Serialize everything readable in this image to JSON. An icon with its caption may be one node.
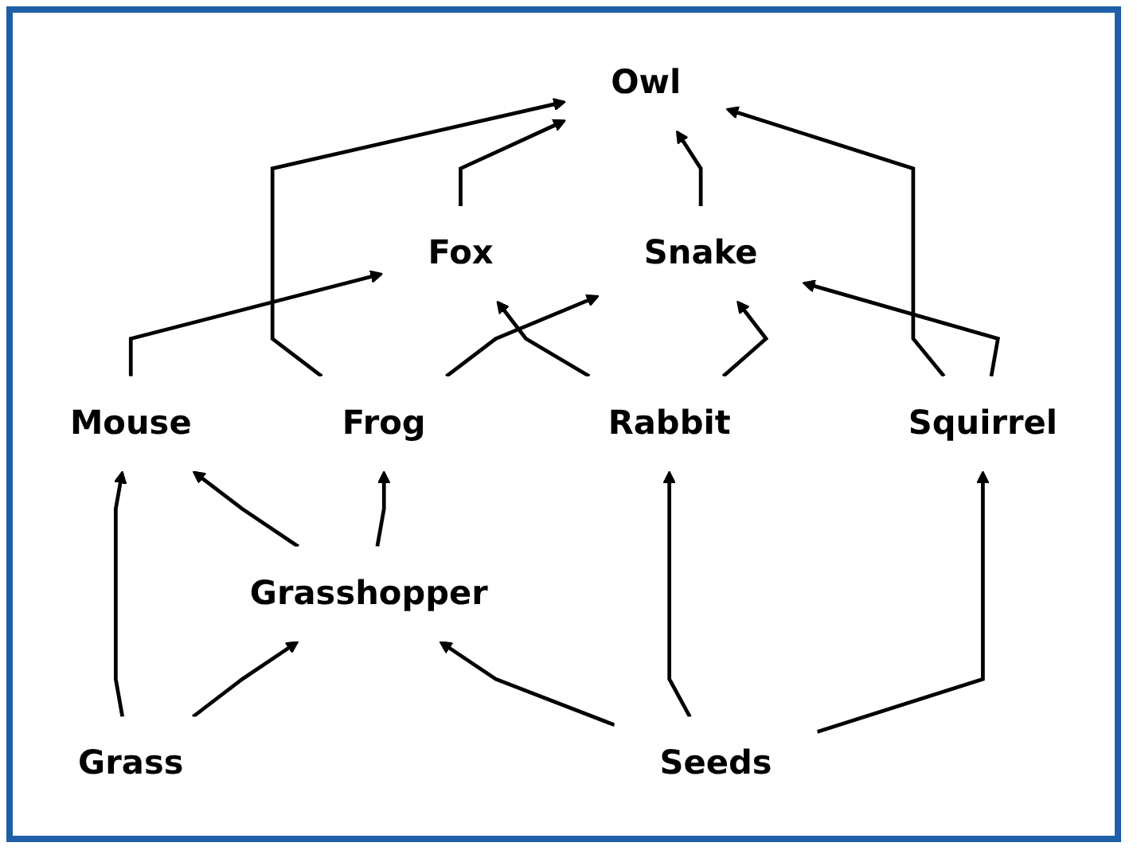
{
  "diagram": {
    "nodes": [
      {
        "text": [
          "Owl"
        ]
      },
      {
        "text": [
          "Fox"
        ]
      },
      {
        "text": [
          "Frog"
        ]
      },
      {
        "text": [
          "Snake"
        ]
      },
      {
        "text": [
          "Mouse"
        ]
      },
      {
        "text": [
          "Rabbit"
        ]
      },
      {
        "text": [
          "Squirrel"
        ]
      },
      {
        "text": [
          "Grasshopper"
        ]
      },
      {
        "text": [
          "Grass"
        ]
      },
      {
        "text": [
          "Seeds"
        ]
      }
    ],
    "edges": [
      {
        "from": 1,
        "to": 0,
        "arrow": "to"
      },
      {
        "from": 2,
        "to": 0,
        "arrow": "to"
      },
      {
        "from": 3,
        "to": 0,
        "arrow": "to"
      },
      {
        "from": 6,
        "to": 0,
        "arrow": "to"
      },
      {
        "from": 4,
        "to": 1,
        "arrow": "to"
      },
      {
        "from": 5,
        "to": 1,
        "arrow": "to"
      },
      {
        "from": 2,
        "to": 3,
        "arrow": "to"
      },
      {
        "from": 5,
        "to": 3,
        "arrow": "to"
      },
      {
        "from": 6,
        "to": 3,
        "arrow": "to"
      },
      {
        "from": 7,
        "to": 4,
        "arrow": "to"
      },
      {
        "from": 7,
        "to": 2,
        "arrow": "to"
      },
      {
        "from": 8,
        "to": 4,
        "arrow": "to"
      },
      {
        "from": 8,
        "to": 7,
        "arrow": "to"
      },
      {
        "from": 9,
        "to": 7,
        "arrow": "to"
      },
      {
        "from": 9,
        "to": 5,
        "arrow": "to"
      },
      {
        "from": 9,
        "to": 6,
        "arrow": "to"
      }
    ]
  }
}
